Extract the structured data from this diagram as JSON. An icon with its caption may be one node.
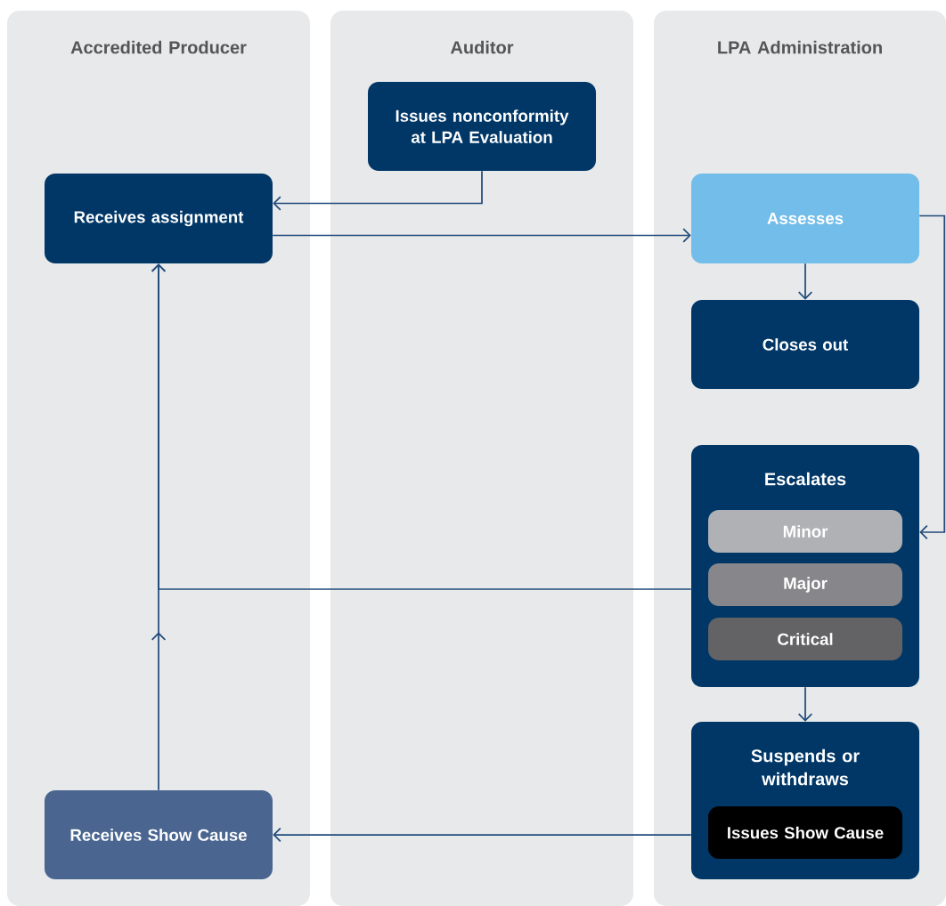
{
  "diagram": {
    "nodes": [
      {
        "text": [
          "Accredited Producer"
        ]
      },
      {
        "text": [
          "Auditor"
        ]
      },
      {
        "text": [
          "LPA Administration"
        ]
      },
      {
        "text": [
          "Issues nonconformity at LPA Evaluation"
        ],
        "in": 1
      },
      {
        "text": [
          "Receives assignment"
        ],
        "in": 0
      },
      {
        "text": [
          "Assesses"
        ],
        "in": 2
      },
      {
        "text": [
          "Closes out"
        ],
        "in": 2
      },
      {
        "text": [
          "Escalates"
        ],
        "in": 2
      },
      {
        "text": [
          "Minor"
        ],
        "in": 7
      },
      {
        "text": [
          "Major"
        ],
        "in": 7
      },
      {
        "text": [
          "Critical"
        ],
        "in": 7
      },
      {
        "text": [
          "Suspends or withdraws"
        ],
        "in": 2
      },
      {
        "text": [
          "Issues Show Cause"
        ],
        "in": 11
      },
      {
        "text": [
          "Receives Show Cause"
        ],
        "in": 0
      }
    ],
    "edges": [
      {
        "from": 3,
        "to": 4,
        "arrow": "to"
      },
      {
        "from": 4,
        "to": 5,
        "arrow": "to"
      },
      {
        "from": 5,
        "to": 6,
        "arrow": "to"
      },
      {
        "from": 5,
        "to": 7,
        "arrow": "to"
      },
      {
        "from": 7,
        "to": 4,
        "arrow": "to"
      },
      {
        "from": 13,
        "to": 4,
        "arrow": "to"
      },
      {
        "from": 7,
        "to": 11,
        "arrow": "to"
      },
      {
        "from": 11,
        "to": 13,
        "arrow": "to"
      }
    ]
  }
}
